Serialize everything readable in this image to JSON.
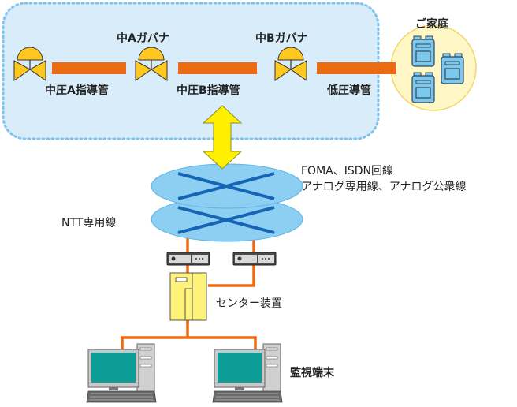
{
  "diagram": {
    "pipeline": {
      "governor_a": "中Aガバナ",
      "governor_b": "中Bガバナ",
      "pipe_a": "中圧A指導管",
      "pipe_b": "中圧B指導管",
      "pipe_low": "低圧導管",
      "homes": "ご家庭"
    },
    "network": {
      "line_types_1": "FOMA、ISDN回線",
      "line_types_2": "アナログ専用線、アナログ公衆線",
      "ntt_line": "NTT専用線"
    },
    "center": {
      "device": "センター装置",
      "terminals": "監視端末"
    },
    "colors": {
      "panel_fill": "#d8ecf9",
      "panel_border": "#7fc4ee",
      "pipe": "#ee6a12",
      "valve": "#ffc81e",
      "arrow": "#fff000",
      "network_disc": "#8ccff2",
      "network_cross": "#1565b4",
      "home_circle": "#fff7c6",
      "meter": "#7cc9ef",
      "center_device": "#fff27a",
      "screen": "#0e9c96"
    }
  }
}
